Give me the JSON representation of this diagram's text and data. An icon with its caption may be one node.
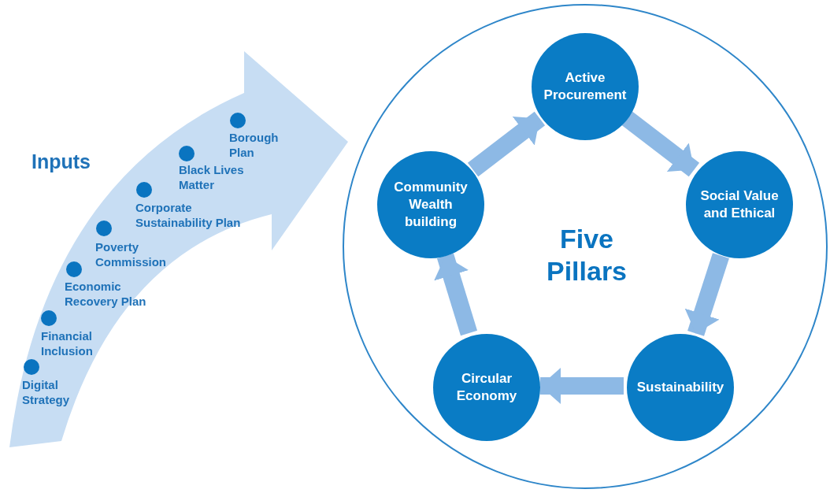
{
  "diagram": {
    "nodes": [
      {
        "text": [
          "Five Pillars"
        ]
      },
      {
        "text": [
          "Active Procurement"
        ],
        "in": 0
      },
      {
        "text": [
          "Social Value and Ethical"
        ],
        "in": 0
      },
      {
        "text": [
          "Sustainability"
        ],
        "in": 0
      },
      {
        "text": [
          "Circular Economy"
        ],
        "in": 0
      },
      {
        "text": [
          "Community Wealth building"
        ],
        "in": 0
      }
    ],
    "edges": [
      {
        "from": 5,
        "to": 1,
        "arrow": "to"
      },
      {
        "from": 1,
        "to": 2,
        "arrow": "to"
      },
      {
        "from": 2,
        "to": 3,
        "arrow": "to"
      },
      {
        "from": 3,
        "to": 4,
        "arrow": "to"
      },
      {
        "from": 4,
        "to": 5,
        "arrow": "to"
      }
    ],
    "labels": [
      "Inputs",
      "Borough Plan",
      "Black Lives Matter",
      "Corporate Sustainability Plan",
      "Poverty Commission",
      "Economic Recovery Plan",
      "Financial Inclusion",
      "Digital Strategy"
    ]
  }
}
